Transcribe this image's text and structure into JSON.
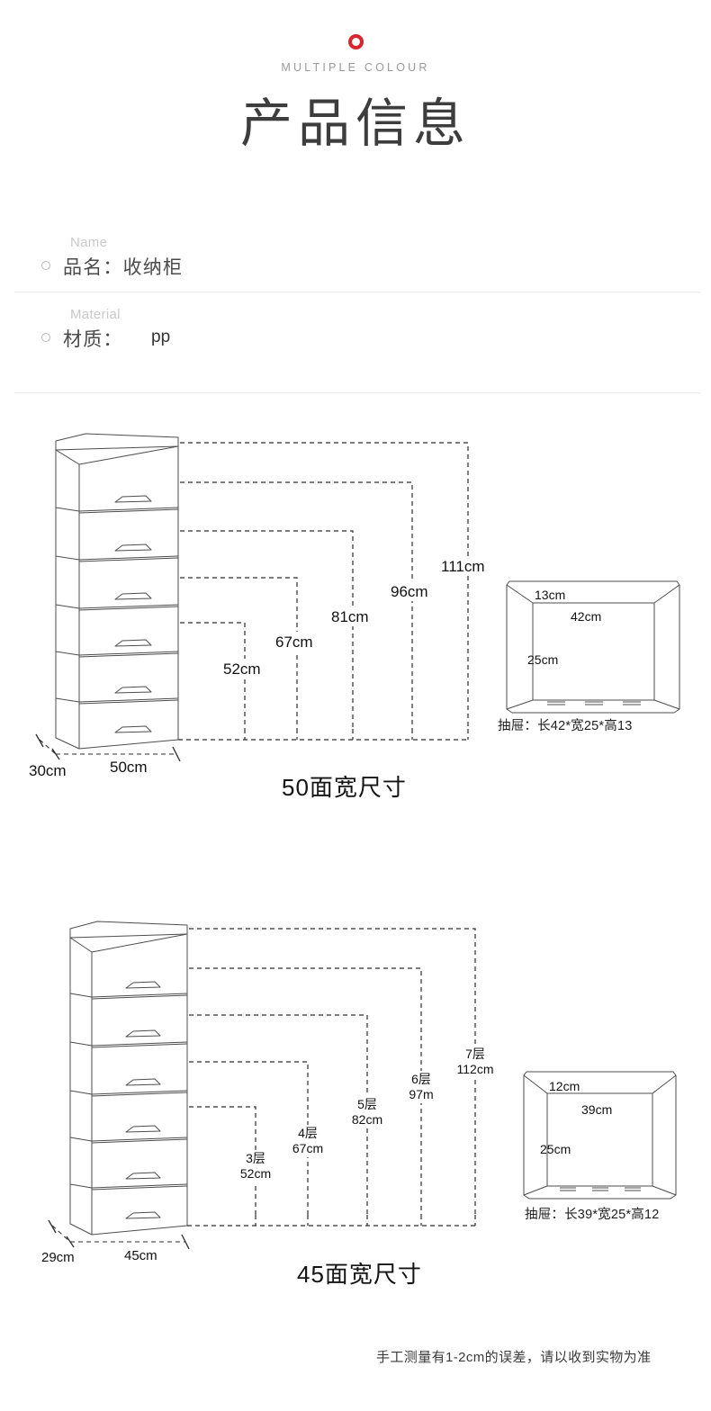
{
  "header": {
    "logo_icon": "red-ring-icon",
    "subtitle": "MULTIPLE COLOUR",
    "title": "产品信息",
    "accent_color": "#d8262c"
  },
  "info": {
    "rows": [
      {
        "eng": "Name",
        "cn": "品名：收纳柜",
        "label_cn": "品名：",
        "value": "收纳柜"
      },
      {
        "eng": "Material",
        "cn": "材质：",
        "label_cn": "材质：",
        "value": "pp"
      }
    ]
  },
  "diagram_50": {
    "caption": "50面宽尺寸",
    "depth": "30cm",
    "width": "50cm",
    "heights": [
      "52cm",
      "67cm",
      "81cm",
      "96cm",
      "111cm"
    ],
    "drawer": {
      "depth": "13cm",
      "length": "42cm",
      "width": "25cm",
      "caption": "抽屉：长42*宽25*高13"
    }
  },
  "diagram_45": {
    "caption": "45面宽尺寸",
    "depth": "29cm",
    "width": "45cm",
    "layers": [
      {
        "tier": "3层",
        "height": "52cm"
      },
      {
        "tier": "4层",
        "height": "67cm"
      },
      {
        "tier": "5层",
        "height": "82cm"
      },
      {
        "tier": "6层",
        "height": "97m"
      },
      {
        "tier": "7层",
        "height": "112cm"
      }
    ],
    "drawer": {
      "depth": "12cm",
      "length": "39cm",
      "width": "25cm",
      "caption": "抽屉：长39*宽25*高12"
    }
  },
  "footer": {
    "note": "手工测量有1-2cm的误差，请以收到实物为准"
  }
}
